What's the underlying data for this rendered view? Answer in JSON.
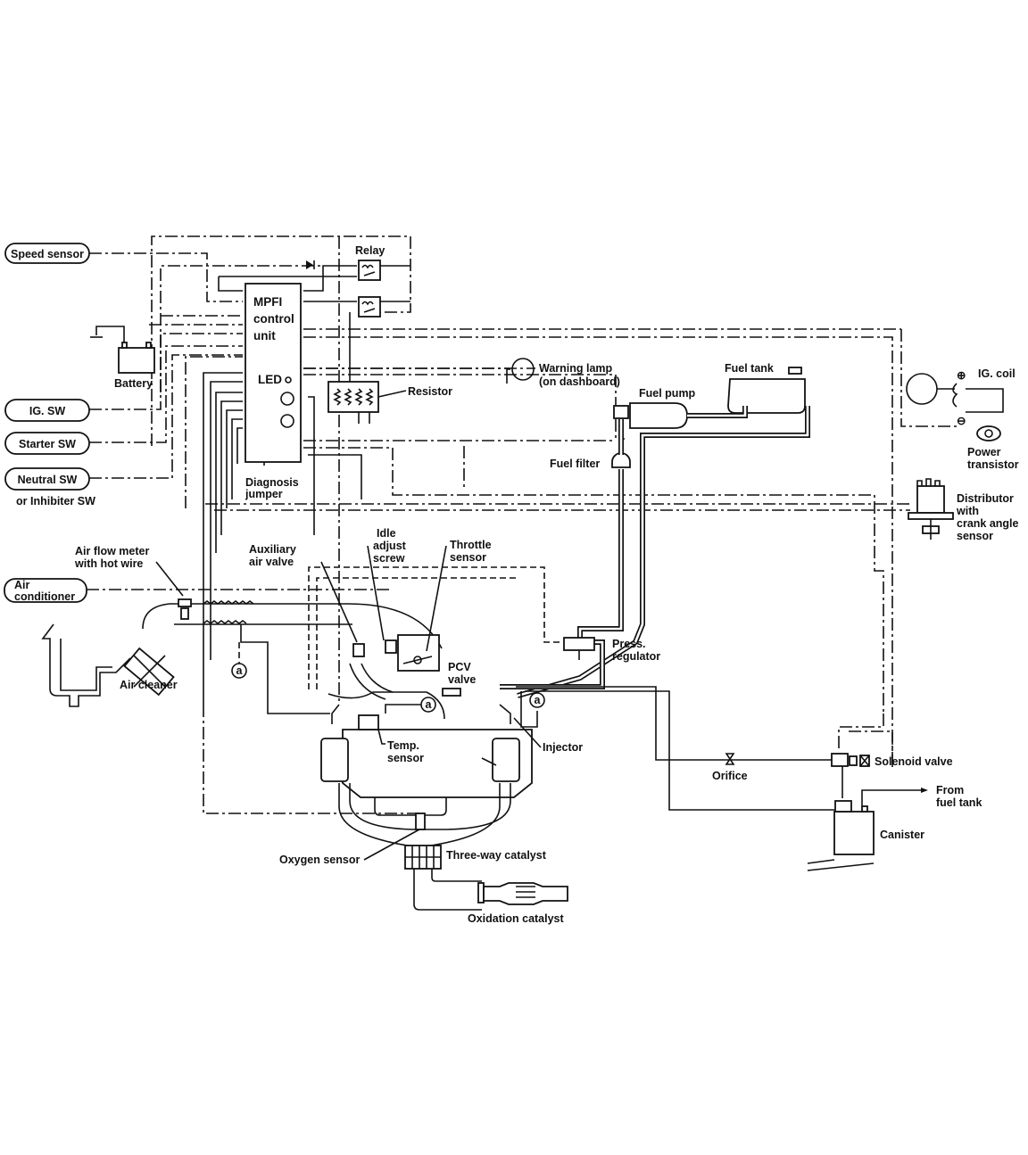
{
  "diagram": {
    "type": "MPFI system schematic",
    "control_unit": {
      "line1": "MPFI",
      "line2": "control",
      "line3": "unit",
      "led": "LED"
    },
    "inputs": [
      {
        "id": "speed-sensor",
        "label": "Speed sensor"
      },
      {
        "id": "ig-sw",
        "label": "IG. SW"
      },
      {
        "id": "starter-sw",
        "label": "Starter SW"
      },
      {
        "id": "neutral-sw",
        "label": "Neutral SW"
      },
      {
        "id": "air-conditioner",
        "line1": "Air",
        "line2": "conditioner"
      }
    ],
    "labels": {
      "inhibiter": "or Inhibiter SW",
      "relay": "Relay",
      "battery": "Battery",
      "resistor": "Resistor",
      "warning_lamp_1": "Warning lamp",
      "warning_lamp_2": "(on dashboard)",
      "fuel_pump": "Fuel pump",
      "fuel_tank": "Fuel tank",
      "fuel_filter": "Fuel filter",
      "ig_coil": "IG. coil",
      "power_transistor_1": "Power",
      "power_transistor_2": "transistor",
      "distributor_1": "Distributor",
      "distributor_2": "with",
      "distributor_3": "crank angle",
      "distributor_4": "sensor",
      "diagnosis_1": "Diagnosis",
      "diagnosis_2": "jumper",
      "air_flow_1": "Air flow meter",
      "air_flow_2": "with hot wire",
      "aux_air_1": "Auxiliary",
      "aux_air_2": "air valve",
      "idle_1": "Idle",
      "idle_2": "adjust",
      "idle_3": "screw",
      "throttle_1": "Throttle",
      "throttle_2": "sensor",
      "press_reg_1": "Press.",
      "press_reg_2": "regulator",
      "pcv_1": "PCV",
      "pcv_2": "valve",
      "air_cleaner": "Air cleaner",
      "temp_1": "Temp.",
      "temp_2": "sensor",
      "injector": "Injector",
      "orifice": "Orifice",
      "solenoid": "Solenoid valve",
      "from_1": "From",
      "from_2": "fuel tank",
      "canister": "Canister",
      "oxygen": "Oxygen sensor",
      "three_way": "Three-way catalyst",
      "oxidation": "Oxidation catalyst",
      "marker_a": "a",
      "plus": "⊕",
      "minus": "⊖"
    }
  }
}
